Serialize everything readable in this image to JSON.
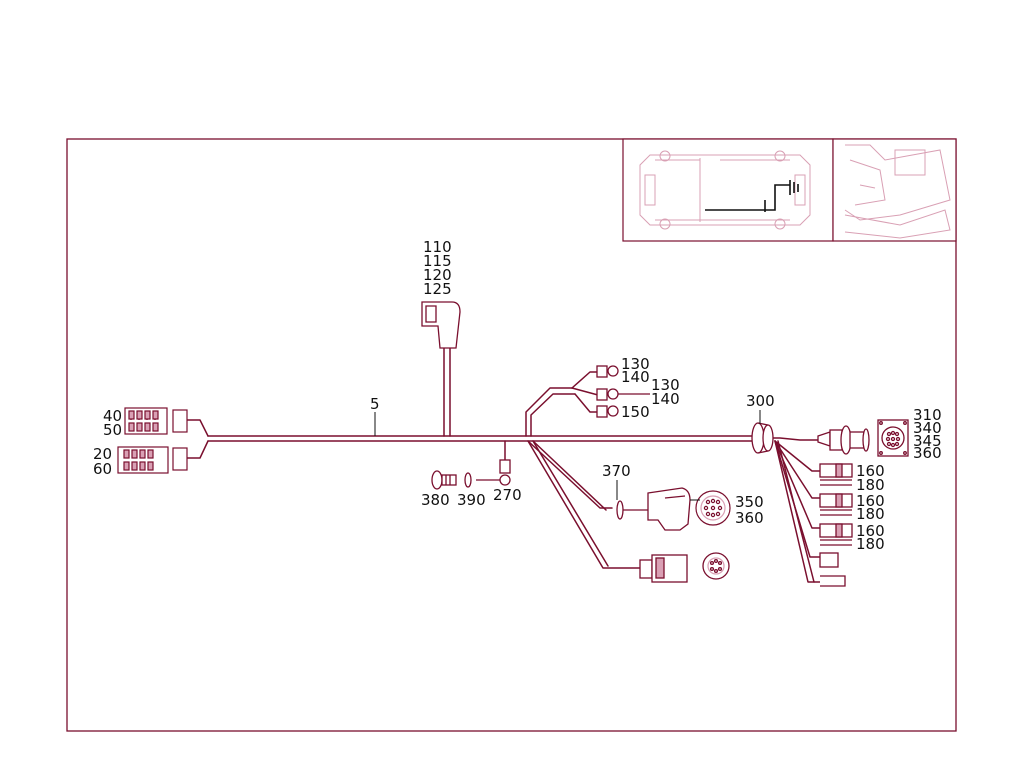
{
  "colors": {
    "line": "#7a0f2e",
    "pink": "#d9a0b4",
    "text": "#111111",
    "background": "#ffffff"
  },
  "callouts": {
    "c_110": "110",
    "c_115": "115",
    "c_120": "120",
    "c_125": "125",
    "c_5": "5",
    "c_40": "40",
    "c_50": "50",
    "c_20": "20",
    "c_60": "60",
    "c_130a": "130",
    "c_140a": "140",
    "c_130b": "130",
    "c_140b": "140",
    "c_150": "150",
    "c_300": "300",
    "c_310": "310",
    "c_340": "340",
    "c_345": "345",
    "c_360a": "360",
    "c_160a": "160",
    "c_180a": "180",
    "c_160b": "160",
    "c_180b": "180",
    "c_160c": "160",
    "c_180c": "180",
    "c_370": "370",
    "c_350": "350",
    "c_360b": "360",
    "c_380": "380",
    "c_390": "390",
    "c_270": "270"
  },
  "icons": {
    "vehicle_plan": "vehicle-plan-view-icon",
    "vehicle_rear": "vehicle-rear-view-icon"
  }
}
